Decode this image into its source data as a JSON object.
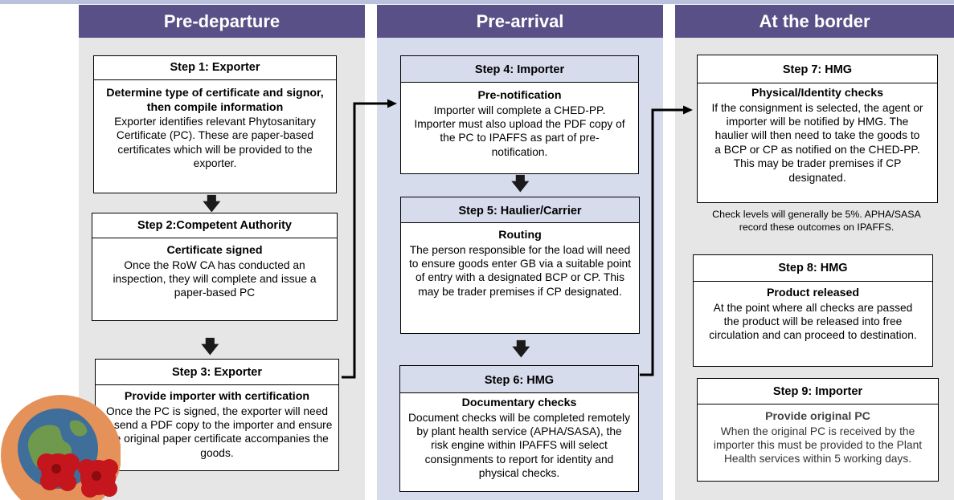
{
  "columns": [
    {
      "title": "Pre-departure"
    },
    {
      "title": "Pre-arrival"
    },
    {
      "title": "At the border"
    }
  ],
  "steps": {
    "s1": {
      "title": "Step 1: Exporter",
      "subtitle": "Determine type of certificate and signor, then compile information",
      "body": "Exporter identifies relevant Phytosanitary Certificate (PC). These are paper-based certificates which will be provided to the exporter."
    },
    "s2": {
      "title": "Step 2:Competent Authority",
      "subtitle": "Certificate signed",
      "body": "Once the RoW CA has conducted an inspection, they will complete and issue a paper-based PC"
    },
    "s3": {
      "title": "Step 3: Exporter",
      "subtitle": "Provide importer with certification",
      "body": "Once the PC is signed, the exporter will need to send a PDF copy to the importer and ensure the original paper certificate accompanies the goods."
    },
    "s4": {
      "title": "Step 4: Importer",
      "subtitle": "Pre-notification",
      "body": "Importer will complete a CHED-PP. Importer must also upload the PDF copy of the PC to IPAFFS as part of pre-notification."
    },
    "s5": {
      "title": "Step 5: Haulier/Carrier",
      "subtitle": "Routing",
      "body": "The person responsible for the load will need to ensure goods enter GB via a suitable point of entry with a designated BCP or CP. This may be trader premises if CP designated."
    },
    "s6": {
      "title": "Step 6: HMG",
      "subtitle": "Documentary checks",
      "body": "Document checks will be completed remotely by plant health service (APHA/SASA), the risk engine within IPAFFS will select consignments to report for identity and physical checks."
    },
    "s7": {
      "title": "Step 7: HMG",
      "subtitle": "Physical/Identity checks",
      "body": "If the consignment is selected,  the agent or importer will be notified by HMG. The haulier will then need to take the goods to a BCP or CP as notified on the CHED-PP. This may be trader premises if CP designated."
    },
    "s8": {
      "title": "Step 8: HMG",
      "subtitle": "Product released",
      "body": "At the point where all checks are passed the product will be released into free circulation and can proceed to destination."
    },
    "s9": {
      "title": "Step 9: Importer",
      "subtitle": "Provide original PC",
      "body": "When the original PC is received by the importer this must be provided to the Plant Health services within 5 working days."
    }
  },
  "note": "Check levels will generally be 5%. APHA/SASA record these outcomes on IPAFFS.",
  "colors": {
    "header": "#595087",
    "pre_arrival_bg": "#d7dced",
    "side_bg": "#e6e6e6",
    "logo_circle": "#e4925a",
    "globe": "#3f6e9a",
    "flower": "#c4161c"
  }
}
